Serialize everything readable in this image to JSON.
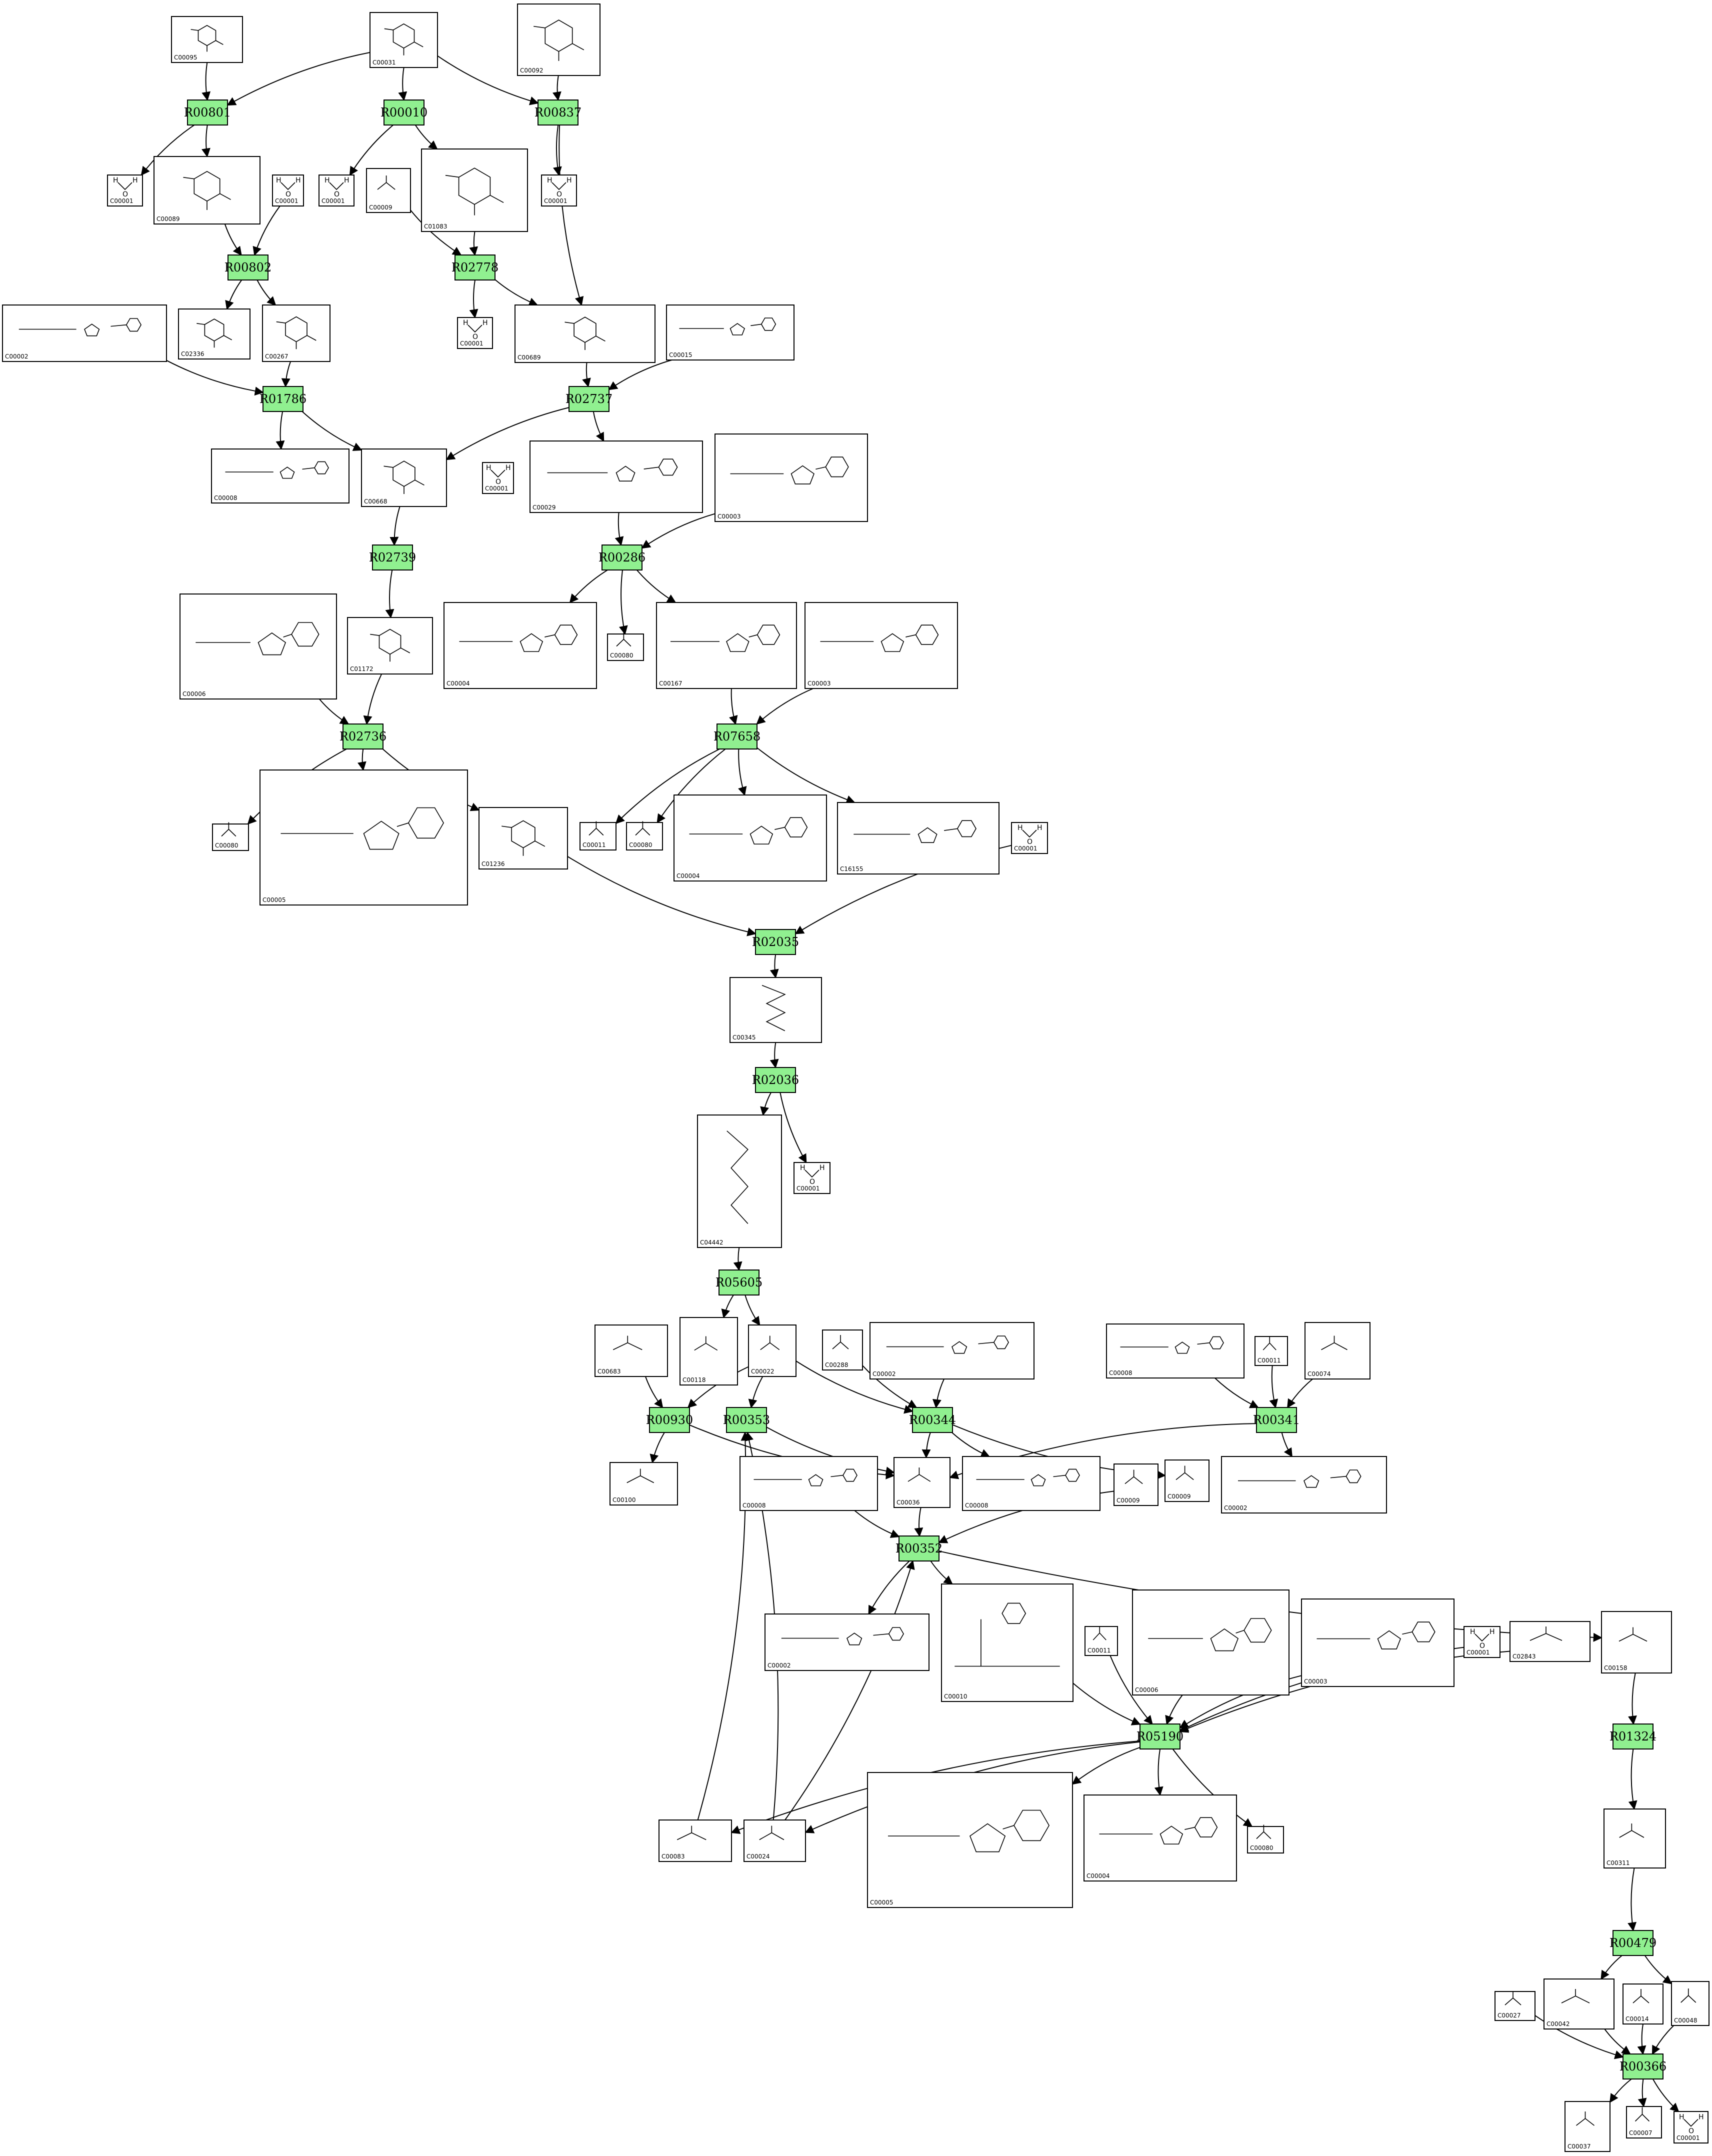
{
  "reactions": [
    {
      "id": "r_R00801",
      "label": "R00801"
    },
    {
      "id": "r_R00010",
      "label": "R00010"
    },
    {
      "id": "r_R00837",
      "label": "R00837"
    },
    {
      "id": "r_R00802",
      "label": "R00802"
    },
    {
      "id": "r_R02778",
      "label": "R02778"
    },
    {
      "id": "r_R01786",
      "label": "R01786"
    },
    {
      "id": "r_R02737",
      "label": "R02737"
    },
    {
      "id": "r_R02739",
      "label": "R02739"
    },
    {
      "id": "r_R00286",
      "label": "R00286"
    },
    {
      "id": "r_R02736",
      "label": "R02736"
    },
    {
      "id": "r_R07658",
      "label": "R07658"
    },
    {
      "id": "r_R02035",
      "label": "R02035"
    },
    {
      "id": "r_R02036",
      "label": "R02036"
    },
    {
      "id": "r_R05605",
      "label": "R05605"
    },
    {
      "id": "r_R00930",
      "label": "R00930"
    },
    {
      "id": "r_R00353",
      "label": "R00353"
    },
    {
      "id": "r_R00344",
      "label": "R00344"
    },
    {
      "id": "r_R00341",
      "label": "R00341"
    },
    {
      "id": "r_R00352",
      "label": "R00352"
    },
    {
      "id": "r_R05190",
      "label": "R05190"
    },
    {
      "id": "r_R01324",
      "label": "R01324"
    },
    {
      "id": "r_R00479",
      "label": "R00479"
    },
    {
      "id": "r_R00366",
      "label": "R00366"
    }
  ],
  "compounds": [
    {
      "id": "c_C00095",
      "label": "C00095",
      "mol": "ring"
    },
    {
      "id": "c_C00031",
      "label": "C00031",
      "mol": "ring"
    },
    {
      "id": "c_C00092",
      "label": "C00092",
      "mol": "ring"
    },
    {
      "id": "c_C00001_a",
      "label": "C00001",
      "mol": "water"
    },
    {
      "id": "c_C00089",
      "label": "C00089",
      "mol": "ring"
    },
    {
      "id": "c_C00001_b",
      "label": "C00001",
      "mol": "water"
    },
    {
      "id": "c_C00001_c",
      "label": "C00001",
      "mol": "water"
    },
    {
      "id": "c_C00009_a",
      "label": "C00009",
      "mol": "small"
    },
    {
      "id": "c_C01083",
      "label": "C01083",
      "mol": "ring"
    },
    {
      "id": "c_C00001_d",
      "label": "C00001",
      "mol": "water"
    },
    {
      "id": "c_C00001_e",
      "label": "C00001",
      "mol": "water"
    },
    {
      "id": "c_C00002_a",
      "label": "C00002",
      "mol": "nucleotide"
    },
    {
      "id": "c_C02336",
      "label": "C02336",
      "mol": "ring"
    },
    {
      "id": "c_C00267",
      "label": "C00267",
      "mol": "ring"
    },
    {
      "id": "c_C00001_f",
      "label": "C00001",
      "mol": "water"
    },
    {
      "id": "c_C00689",
      "label": "C00689",
      "mol": "ring"
    },
    {
      "id": "c_C00015",
      "label": "C00015",
      "mol": "nucleotide"
    },
    {
      "id": "c_C00008_a",
      "label": "C00008",
      "mol": "nucleotide"
    },
    {
      "id": "c_C00668",
      "label": "C00668",
      "mol": "ring"
    },
    {
      "id": "c_C00001_g",
      "label": "C00001",
      "mol": "water"
    },
    {
      "id": "c_C00029",
      "label": "C00029",
      "mol": "nucleotide"
    },
    {
      "id": "c_C00003_a",
      "label": "C00003",
      "mol": "nucleotide"
    },
    {
      "id": "c_C00006_a",
      "label": "C00006",
      "mol": "nucleotide"
    },
    {
      "id": "c_C01172",
      "label": "C01172",
      "mol": "ring"
    },
    {
      "id": "c_C00004_a",
      "label": "C00004",
      "mol": "nucleotide"
    },
    {
      "id": "c_C00080_a",
      "label": "C00080",
      "mol": "small"
    },
    {
      "id": "c_C00167",
      "label": "C00167",
      "mol": "nucleotide"
    },
    {
      "id": "c_C00003_b",
      "label": "C00003",
      "mol": "nucleotide"
    },
    {
      "id": "c_C00080_b",
      "label": "C00080",
      "mol": "small"
    },
    {
      "id": "c_C00005_a",
      "label": "C00005",
      "mol": "nucleotide"
    },
    {
      "id": "c_C01236",
      "label": "C01236",
      "mol": "ring"
    },
    {
      "id": "c_C00011_a",
      "label": "C00011",
      "mol": "small"
    },
    {
      "id": "c_C00080_c",
      "label": "C00080",
      "mol": "small"
    },
    {
      "id": "c_C00004_b",
      "label": "C00004",
      "mol": "nucleotide"
    },
    {
      "id": "c_C16155",
      "label": "C16155",
      "mol": "nucleotide"
    },
    {
      "id": "c_C00001_h",
      "label": "C00001",
      "mol": "water"
    },
    {
      "id": "c_C00345",
      "label": "C00345",
      "mol": "chain"
    },
    {
      "id": "c_C00001_i",
      "label": "C00001",
      "mol": "water"
    },
    {
      "id": "c_C04442",
      "label": "C04442",
      "mol": "chain"
    },
    {
      "id": "c_C00683",
      "label": "C00683",
      "mol": "small"
    },
    {
      "id": "c_C00118",
      "label": "C00118",
      "mol": "small"
    },
    {
      "id": "c_C00022",
      "label": "C00022",
      "mol": "small"
    },
    {
      "id": "c_C00288",
      "label": "C00288",
      "mol": "small"
    },
    {
      "id": "c_C00002_b",
      "label": "C00002",
      "mol": "nucleotide"
    },
    {
      "id": "c_C00008_b",
      "label": "C00008",
      "mol": "nucleotide"
    },
    {
      "id": "c_C00011_b",
      "label": "C00011",
      "mol": "small"
    },
    {
      "id": "c_C00074",
      "label": "C00074",
      "mol": "small"
    },
    {
      "id": "c_C00100",
      "label": "C00100",
      "mol": "small"
    },
    {
      "id": "c_C00008_c",
      "label": "C00008",
      "mol": "nucleotide"
    },
    {
      "id": "c_C00036",
      "label": "C00036",
      "mol": "small"
    },
    {
      "id": "c_C00008_d",
      "label": "C00008",
      "mol": "nucleotide"
    },
    {
      "id": "c_C00009_b",
      "label": "C00009",
      "mol": "small"
    },
    {
      "id": "c_C00009_c",
      "label": "C00009",
      "mol": "small"
    },
    {
      "id": "c_C00002_c",
      "label": "C00002",
      "mol": "nucleotide"
    },
    {
      "id": "c_C00002_d",
      "label": "C00002",
      "mol": "nucleotide"
    },
    {
      "id": "c_C00010",
      "label": "C00010",
      "mol": "coa"
    },
    {
      "id": "c_C00011_c",
      "label": "C00011",
      "mol": "small"
    },
    {
      "id": "c_C00006_b",
      "label": "C00006",
      "mol": "nucleotide"
    },
    {
      "id": "c_C00003_c",
      "label": "C00003",
      "mol": "nucleotide"
    },
    {
      "id": "c_C00001_j",
      "label": "C00001",
      "mol": "water"
    },
    {
      "id": "c_C02843",
      "label": "C02843",
      "mol": "small"
    },
    {
      "id": "c_C00158",
      "label": "C00158",
      "mol": "small"
    },
    {
      "id": "c_C00083",
      "label": "C00083",
      "mol": "small"
    },
    {
      "id": "c_C00024",
      "label": "C00024",
      "mol": "small"
    },
    {
      "id": "c_C00005_b",
      "label": "C00005",
      "mol": "nucleotide"
    },
    {
      "id": "c_C00004_c",
      "label": "C00004",
      "mol": "nucleotide"
    },
    {
      "id": "c_C00080_d",
      "label": "C00080",
      "mol": "small"
    },
    {
      "id": "c_C00311",
      "label": "C00311",
      "mol": "small"
    },
    {
      "id": "c_C00027",
      "label": "C00027",
      "mol": "small"
    },
    {
      "id": "c_C00042",
      "label": "C00042",
      "mol": "small"
    },
    {
      "id": "c_C00014",
      "label": "C00014",
      "mol": "small"
    },
    {
      "id": "c_C00048",
      "label": "C00048",
      "mol": "small"
    },
    {
      "id": "c_C00037",
      "label": "C00037",
      "mol": "small"
    },
    {
      "id": "c_C00007",
      "label": "C00007",
      "mol": "small"
    },
    {
      "id": "c_C00001_k",
      "label": "C00001",
      "mol": "water"
    }
  ],
  "edges": [
    [
      "c_C00095",
      "r_R00801"
    ],
    [
      "c_C00031",
      "r_R00801"
    ],
    [
      "r_R00801",
      "c_C00001_a"
    ],
    [
      "r_R00801",
      "c_C00089"
    ],
    [
      "c_C00031",
      "r_R00010"
    ],
    [
      "r_R00010",
      "c_C00001_b"
    ],
    [
      "r_R00010",
      "c_C01083"
    ],
    [
      "c_C00031",
      "r_R00837"
    ],
    [
      "c_C00092",
      "r_R00837"
    ],
    [
      "r_R00837",
      "c_C00001_c"
    ],
    [
      "r_R00837",
      "c_C00689"
    ],
    [
      "c_C00089",
      "r_R00802"
    ],
    [
      "c_C00001_d",
      "r_R00802"
    ],
    [
      "r_R00802",
      "c_C02336"
    ],
    [
      "r_R00802",
      "c_C00267"
    ],
    [
      "c_C00009_a",
      "r_R02778"
    ],
    [
      "c_C01083",
      "r_R02778"
    ],
    [
      "r_R02778",
      "c_C00001_e"
    ],
    [
      "r_R02778",
      "c_C00689"
    ],
    [
      "c_C00002_a",
      "r_R01786"
    ],
    [
      "c_C00267",
      "r_R01786"
    ],
    [
      "r_R01786",
      "c_C00008_a"
    ],
    [
      "r_R01786",
      "c_C00668"
    ],
    [
      "c_C00689",
      "r_R02737"
    ],
    [
      "c_C00015",
      "r_R02737"
    ],
    [
      "r_R02737",
      "c_C00668"
    ],
    [
      "r_R02737",
      "c_C00029"
    ],
    [
      "c_C00668",
      "r_R02739"
    ],
    [
      "r_R02739",
      "c_C01172"
    ],
    [
      "c_C00001_g",
      "r_R00286"
    ],
    [
      "c_C00029",
      "r_R00286"
    ],
    [
      "c_C00003_a",
      "r_R00286"
    ],
    [
      "r_R00286",
      "c_C00004_a"
    ],
    [
      "r_R00286",
      "c_C00080_a"
    ],
    [
      "r_R00286",
      "c_C00167"
    ],
    [
      "c_C00006_a",
      "r_R02736"
    ],
    [
      "c_C01172",
      "r_R02736"
    ],
    [
      "r_R02736",
      "c_C00080_b"
    ],
    [
      "r_R02736",
      "c_C00005_a"
    ],
    [
      "r_R02736",
      "c_C01236"
    ],
    [
      "c_C00167",
      "r_R07658"
    ],
    [
      "c_C00003_b",
      "r_R07658"
    ],
    [
      "r_R07658",
      "c_C00011_a"
    ],
    [
      "r_R07658",
      "c_C00080_c"
    ],
    [
      "r_R07658",
      "c_C00004_b"
    ],
    [
      "r_R07658",
      "c_C16155"
    ],
    [
      "c_C01236",
      "r_R02035"
    ],
    [
      "c_C00001_h",
      "r_R02035"
    ],
    [
      "r_R02035",
      "c_C00345"
    ],
    [
      "c_C00345",
      "r_R02036"
    ],
    [
      "r_R02036",
      "c_C04442"
    ],
    [
      "r_R02036",
      "c_C00001_i"
    ],
    [
      "c_C04442",
      "r_R05605"
    ],
    [
      "r_R05605",
      "c_C00118"
    ],
    [
      "r_R05605",
      "c_C00022"
    ],
    [
      "c_C00683",
      "r_R00930"
    ],
    [
      "c_C00022",
      "r_R00930"
    ],
    [
      "r_R00930",
      "c_C00100"
    ],
    [
      "r_R00930",
      "c_C00036"
    ],
    [
      "c_C00022",
      "r_R00353"
    ],
    [
      "r_R00353",
      "c_C00036"
    ],
    [
      "c_C00288",
      "r_R00344"
    ],
    [
      "c_C00002_b",
      "r_R00344"
    ],
    [
      "c_C00022",
      "r_R00344"
    ],
    [
      "r_R00344",
      "c_C00036"
    ],
    [
      "r_R00344",
      "c_C00008_d"
    ],
    [
      "r_R00344",
      "c_C00009_b"
    ],
    [
      "c_C00008_b",
      "r_R00341"
    ],
    [
      "c_C00011_b",
      "r_R00341"
    ],
    [
      "c_C00074",
      "r_R00341"
    ],
    [
      "r_R00341",
      "c_C00036"
    ],
    [
      "r_R00341",
      "c_C00002_c"
    ],
    [
      "c_C00008_c",
      "r_R00352"
    ],
    [
      "c_C00036",
      "r_R00352"
    ],
    [
      "c_C00009_c",
      "r_R00352"
    ],
    [
      "r_R00352",
      "c_C00002_d"
    ],
    [
      "r_R00352",
      "c_C00010"
    ],
    [
      "r_R00352",
      "c_C00158"
    ],
    [
      "c_C00010",
      "r_R05190"
    ],
    [
      "c_C00011_c",
      "r_R05190"
    ],
    [
      "c_C00006_b",
      "r_R05190"
    ],
    [
      "c_C00003_c",
      "r_R05190"
    ],
    [
      "c_C00001_j",
      "r_R05190"
    ],
    [
      "c_C02843",
      "r_R05190"
    ],
    [
      "r_R05190",
      "c_C00083"
    ],
    [
      "r_R05190",
      "c_C00024"
    ],
    [
      "r_R05190",
      "c_C00005_b"
    ],
    [
      "r_R05190",
      "c_C00004_c"
    ],
    [
      "r_R05190",
      "c_C00080_d"
    ],
    [
      "c_C00083",
      "r_R00353"
    ],
    [
      "c_C00024",
      "r_R00353"
    ],
    [
      "c_C00024",
      "r_R00352"
    ],
    [
      "c_C00158",
      "r_R01324"
    ],
    [
      "r_R01324",
      "c_C00311"
    ],
    [
      "c_C00311",
      "r_R00479"
    ],
    [
      "r_R00479",
      "c_C00042"
    ],
    [
      "r_R00479",
      "c_C00048"
    ],
    [
      "c_C00027",
      "r_R00366"
    ],
    [
      "c_C00042",
      "r_R00366"
    ],
    [
      "c_C00014",
      "r_R00366"
    ],
    [
      "c_C00048",
      "r_R00366"
    ],
    [
      "r_R00366",
      "c_C00037"
    ],
    [
      "r_R00366",
      "c_C00007"
    ],
    [
      "r_R00366",
      "c_C00001_k"
    ]
  ]
}
